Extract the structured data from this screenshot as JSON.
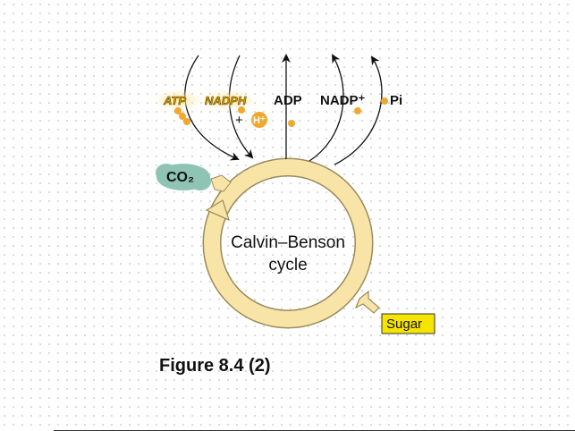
{
  "inputs": {
    "atp": "ATP",
    "nadph": "NADPH",
    "plus": "+",
    "hplus": "H⁺"
  },
  "outputs": {
    "adp": "ADP",
    "nadp": "NADP⁺",
    "pi": "Pi"
  },
  "cycle": {
    "line1": "Calvin–Benson",
    "line2": "cycle"
  },
  "co2": "CO₂",
  "sugar": "Sugar",
  "caption": "Figure 8.4 (2)",
  "colors": {
    "ring": "#f7e4a6",
    "ring_stroke": "#9a8a5a",
    "molecule": "#f0a830",
    "co2": "#8fc4b4",
    "sugar_box": "#f5e400"
  }
}
